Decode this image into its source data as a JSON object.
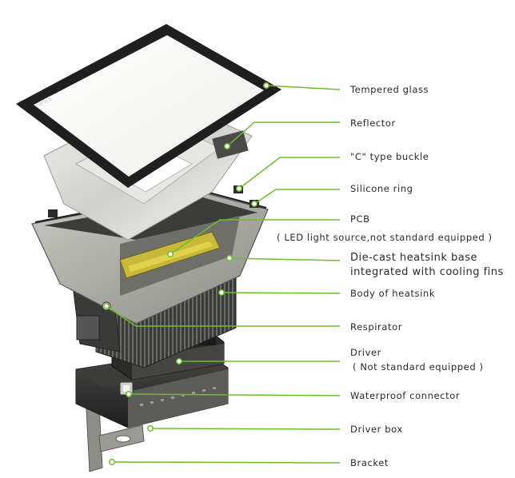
{
  "diagram": {
    "accent_color": "#6cbf2a",
    "glass_marking": "IP65",
    "labels": [
      {
        "id": "tempered-glass",
        "text": "Tempered glass"
      },
      {
        "id": "reflector",
        "text": "Reflector"
      },
      {
        "id": "c-type-buckle",
        "text": "\"C\" type buckle"
      },
      {
        "id": "silicone-ring",
        "text": "Silicone  ring"
      },
      {
        "id": "pcb",
        "text": "PCB",
        "note": "( LED light source,not standard equipped )"
      },
      {
        "id": "die-cast-heatsink",
        "text": "Die-cast heatsink base",
        "text2": "integrated with cooling fins"
      },
      {
        "id": "body-of-heatsink",
        "text": "Body of heatsink"
      },
      {
        "id": "respirator",
        "text": "Respirator"
      },
      {
        "id": "driver",
        "text": "Driver",
        "note": "( Not standard equipped )"
      },
      {
        "id": "waterproof-connector",
        "text": "Waterproof connector"
      },
      {
        "id": "driver-box",
        "text": "Driver box"
      },
      {
        "id": "bracket",
        "text": "Bracket"
      }
    ]
  }
}
